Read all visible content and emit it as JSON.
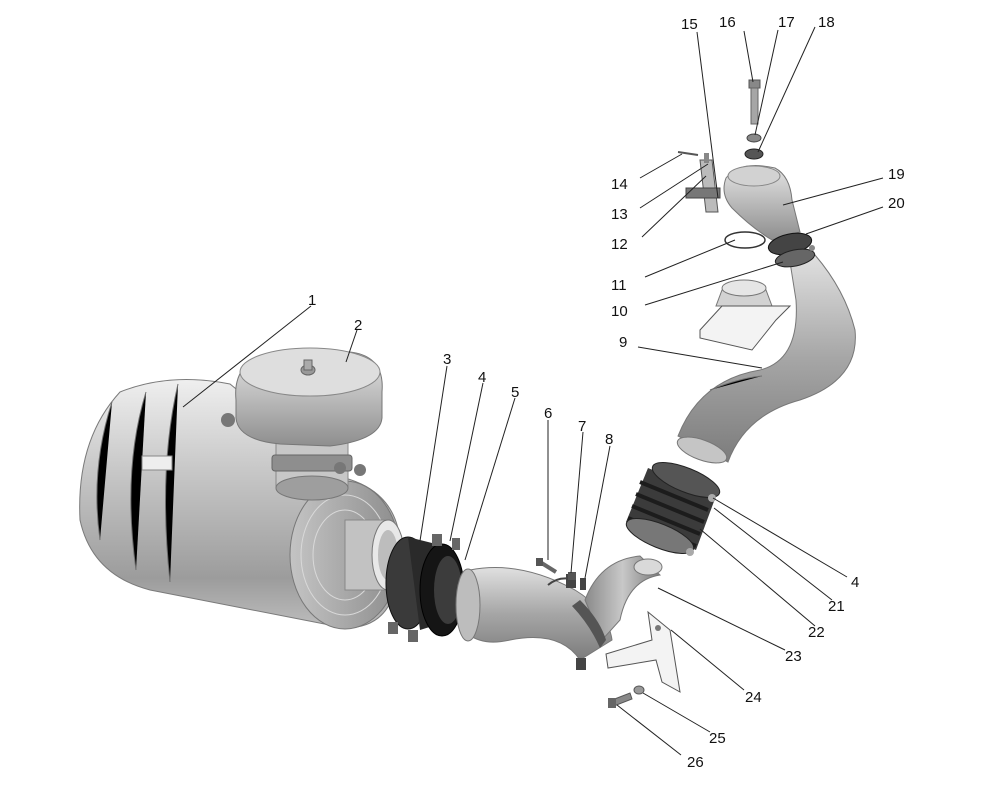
{
  "diagram": {
    "callouts": [
      {
        "id": "1",
        "text": "1"
      },
      {
        "id": "2",
        "text": "2"
      },
      {
        "id": "3",
        "text": "3"
      },
      {
        "id": "4a",
        "text": "4"
      },
      {
        "id": "5",
        "text": "5"
      },
      {
        "id": "6",
        "text": "6"
      },
      {
        "id": "7",
        "text": "7"
      },
      {
        "id": "8",
        "text": "8"
      },
      {
        "id": "9",
        "text": "9"
      },
      {
        "id": "10",
        "text": "10"
      },
      {
        "id": "11",
        "text": "11"
      },
      {
        "id": "12",
        "text": "12"
      },
      {
        "id": "13",
        "text": "13"
      },
      {
        "id": "14",
        "text": "14"
      },
      {
        "id": "15",
        "text": "15"
      },
      {
        "id": "16",
        "text": "16"
      },
      {
        "id": "17",
        "text": "17"
      },
      {
        "id": "18",
        "text": "18"
      },
      {
        "id": "19",
        "text": "19"
      },
      {
        "id": "20",
        "text": "20"
      },
      {
        "id": "4b",
        "text": "4"
      },
      {
        "id": "21",
        "text": "21"
      },
      {
        "id": "22",
        "text": "22"
      },
      {
        "id": "23",
        "text": "23"
      },
      {
        "id": "24",
        "text": "24"
      },
      {
        "id": "25",
        "text": "25"
      },
      {
        "id": "26",
        "text": "26"
      }
    ],
    "colors": {
      "part_light": "#d6d6d6",
      "part_mid": "#a8a8a8",
      "part_dark": "#6a6a6a",
      "rubber": "#2a2a2a",
      "line": "#222222"
    }
  }
}
